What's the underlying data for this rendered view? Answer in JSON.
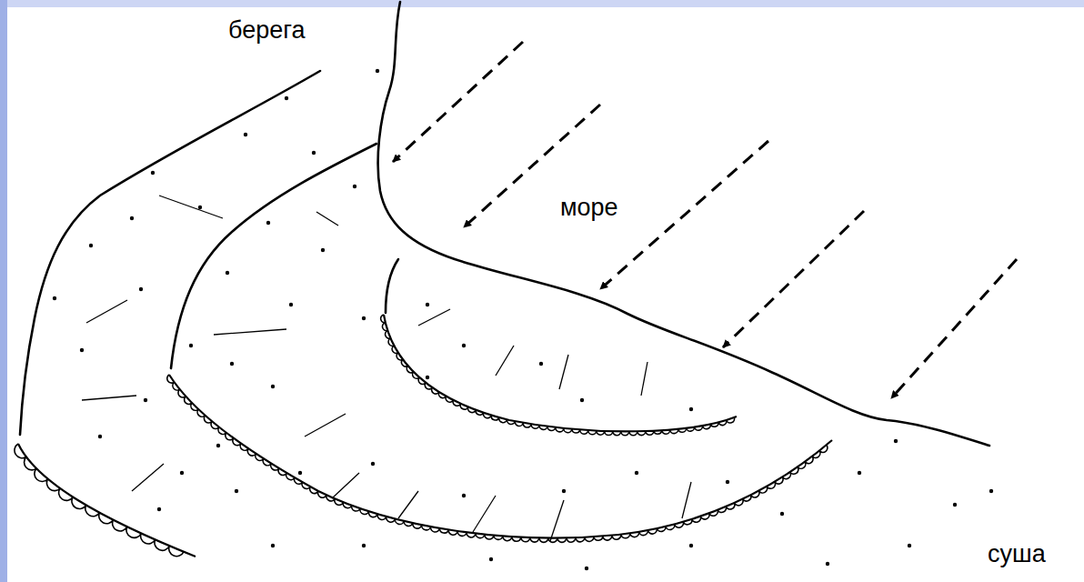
{
  "diagram": {
    "labels": [
      "берега",
      "море",
      "суша"
    ]
  }
}
